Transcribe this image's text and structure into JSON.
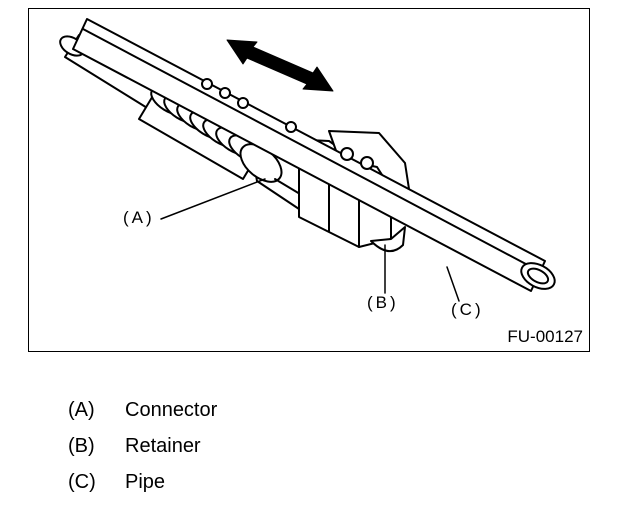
{
  "figure": {
    "callouts": {
      "a": "(A)",
      "b": "(B)",
      "c": "(C)"
    },
    "code": "FU-00127"
  },
  "legend": [
    {
      "key": "(A)",
      "label": "Connector"
    },
    {
      "key": "(B)",
      "label": "Retainer"
    },
    {
      "key": "(C)",
      "label": "Pipe"
    }
  ]
}
